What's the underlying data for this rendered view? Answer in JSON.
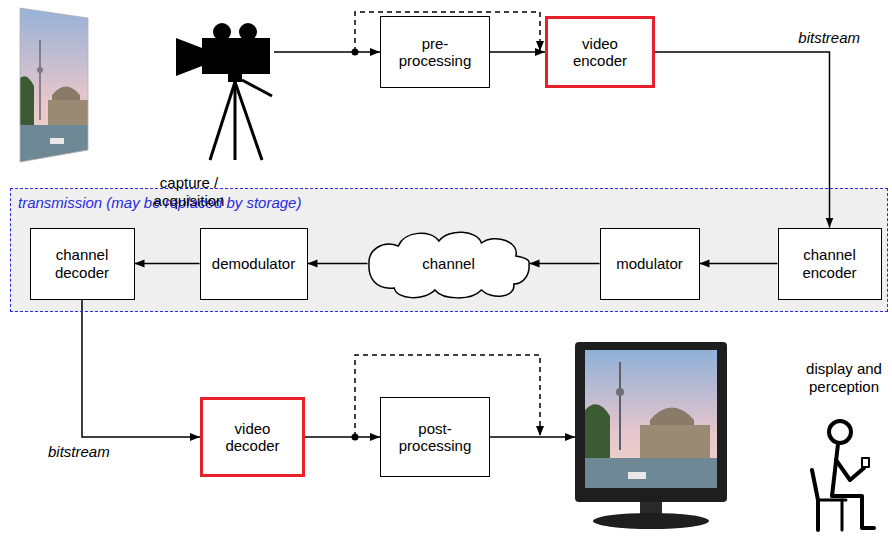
{
  "diagram": {
    "nodes": [
      {
        "text": [
          "pre-processing"
        ]
      },
      {
        "text": [
          "video encoder"
        ]
      },
      {
        "text": [
          "transmission (may be replaced by storage)"
        ]
      },
      {
        "text": [
          "channel decoder"
        ],
        "in": 2
      },
      {
        "text": [
          "demodulator"
        ],
        "in": 2
      },
      {
        "text": [
          "channel"
        ],
        "in": 2
      },
      {
        "text": [
          "modulator"
        ],
        "in": 2
      },
      {
        "text": [
          "channel encoder"
        ],
        "in": 2
      },
      {
        "text": [
          "video decoder"
        ]
      },
      {
        "text": [
          "post-processing"
        ]
      }
    ],
    "edges": [
      {
        "from": 0,
        "to": 1,
        "arrow": "to"
      },
      {
        "from": 1,
        "to": 7,
        "arrow": "to"
      },
      {
        "from": 7,
        "to": 6,
        "arrow": "to"
      },
      {
        "from": 6,
        "to": 5,
        "arrow": "to"
      },
      {
        "from": 5,
        "to": 4,
        "arrow": "to"
      },
      {
        "from": 4,
        "to": 3,
        "arrow": "to"
      },
      {
        "from": 3,
        "to": 8,
        "arrow": "to"
      },
      {
        "from": 8,
        "to": 9,
        "arrow": "to"
      }
    ],
    "labels": [
      "capture / acquisition",
      "bitstream",
      "bitstream",
      "display and perception"
    ]
  }
}
